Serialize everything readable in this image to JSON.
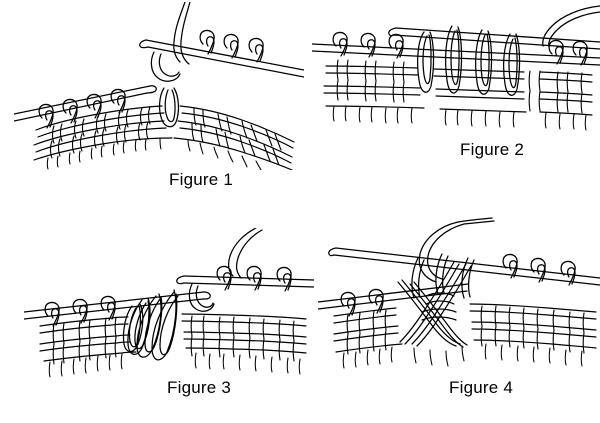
{
  "plate": {
    "kind": "line-art-illustration-plate",
    "subject": "knitting stitch technique diagrams",
    "background_color": "#ffffff",
    "ink_color": "#000000",
    "layout": "2x2 grid of figures, caption below each figure"
  },
  "figures": [
    {
      "id": "figure-1",
      "caption": "Figure 1",
      "description": "Knitted fabric on two needles; working yarn rises from the right needle tip, with an elongated dropped loop hanging at the center of the row."
    },
    {
      "id": "figure-2",
      "caption": "Figure 2",
      "description": "Knitted fabric on two needles seen straight on; several long elongated stitches stand upright across the middle of the fabric with the working yarn trailing off to the upper right."
    },
    {
      "id": "figure-3",
      "caption": "Figure 3",
      "description": "Knitted fabric on two needles; a group of stitches on the left is slipped and stretched diagonally across the fabric, with working yarn curving up from the right needle."
    },
    {
      "id": "figure-4",
      "caption": "Figure 4",
      "description": "Knitted fabric on two needles; the elongated stitches are crossed over one another in the center forming a cable-like bundle, with the working yarn looping over the left needle tip."
    }
  ]
}
